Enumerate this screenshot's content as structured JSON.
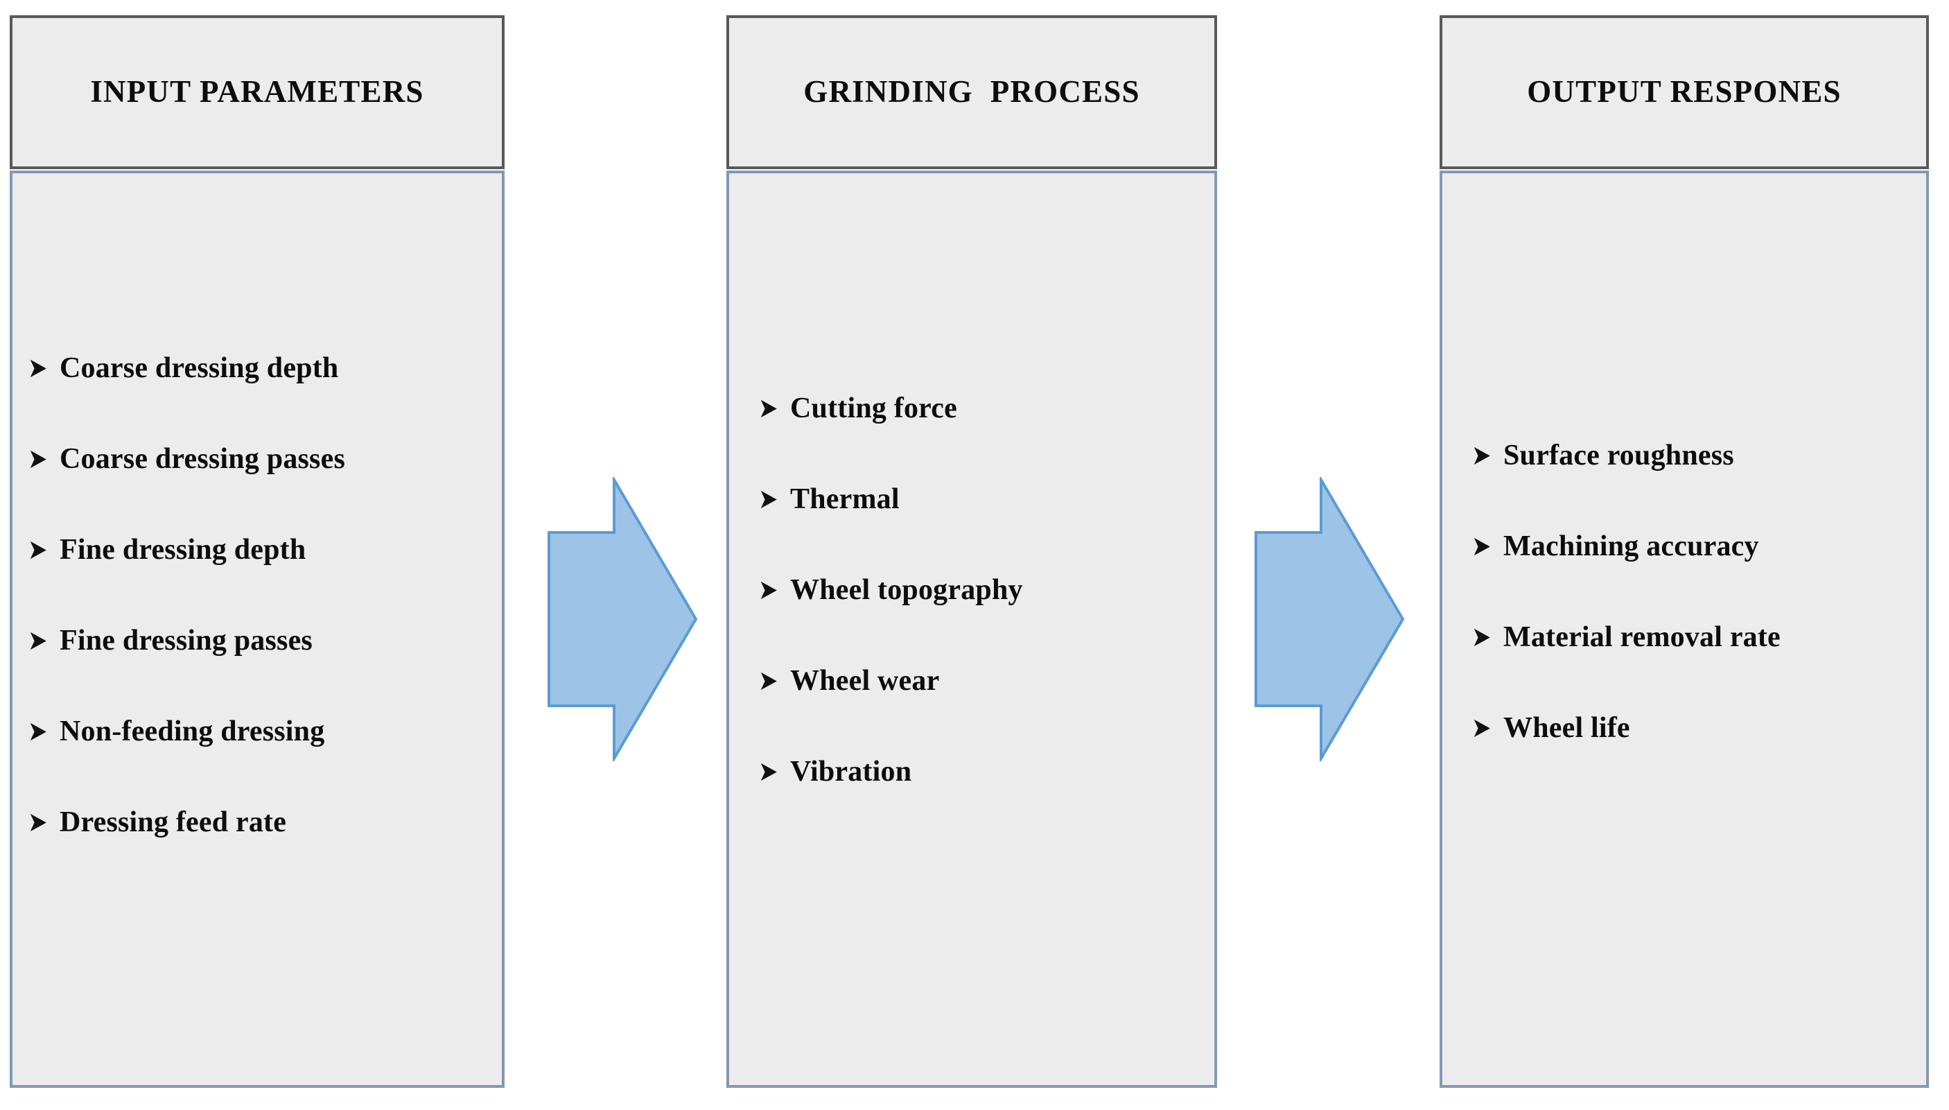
{
  "diagram": {
    "title": "Grinding process input-output flow diagram",
    "colors": {
      "box_fill": "#ECECEC",
      "header_border": "#595959",
      "body_border": "#8299B5",
      "arrow_fill": "#9DC3E6",
      "arrow_stroke": "#5B9BD5",
      "text": "#0D0D0D",
      "background": "#FFFFFF"
    },
    "bullet_icon": "➤",
    "columns": [
      {
        "id": "input-parameters",
        "header": "INPUT PARAMETERS",
        "items": [
          {
            "label": "Coarse dressing depth"
          },
          {
            "label": "Coarse dressing passes"
          },
          {
            "label": "Fine dressing depth"
          },
          {
            "label": "Fine dressing passes"
          },
          {
            "label": "Non-feeding dressing"
          },
          {
            "label": "Dressing feed rate"
          }
        ]
      },
      {
        "id": "grinding-process",
        "header": "GRINDING  PROCESS",
        "items": [
          {
            "label": "Cutting force"
          },
          {
            "label": "Thermal"
          },
          {
            "label": "Wheel topography"
          },
          {
            "label": "Wheel wear"
          },
          {
            "label": "Vibration"
          }
        ]
      },
      {
        "id": "output-respones",
        "header": "OUTPUT RESPONES",
        "items": [
          {
            "label": "Surface roughness"
          },
          {
            "label": "Machining accuracy"
          },
          {
            "label": "Material removal rate"
          },
          {
            "label": "Wheel life"
          }
        ]
      }
    ],
    "arrows": [
      {
        "id": "arrow-input-to-process",
        "direction": "right"
      },
      {
        "id": "arrow-process-to-output",
        "direction": "right"
      }
    ]
  }
}
